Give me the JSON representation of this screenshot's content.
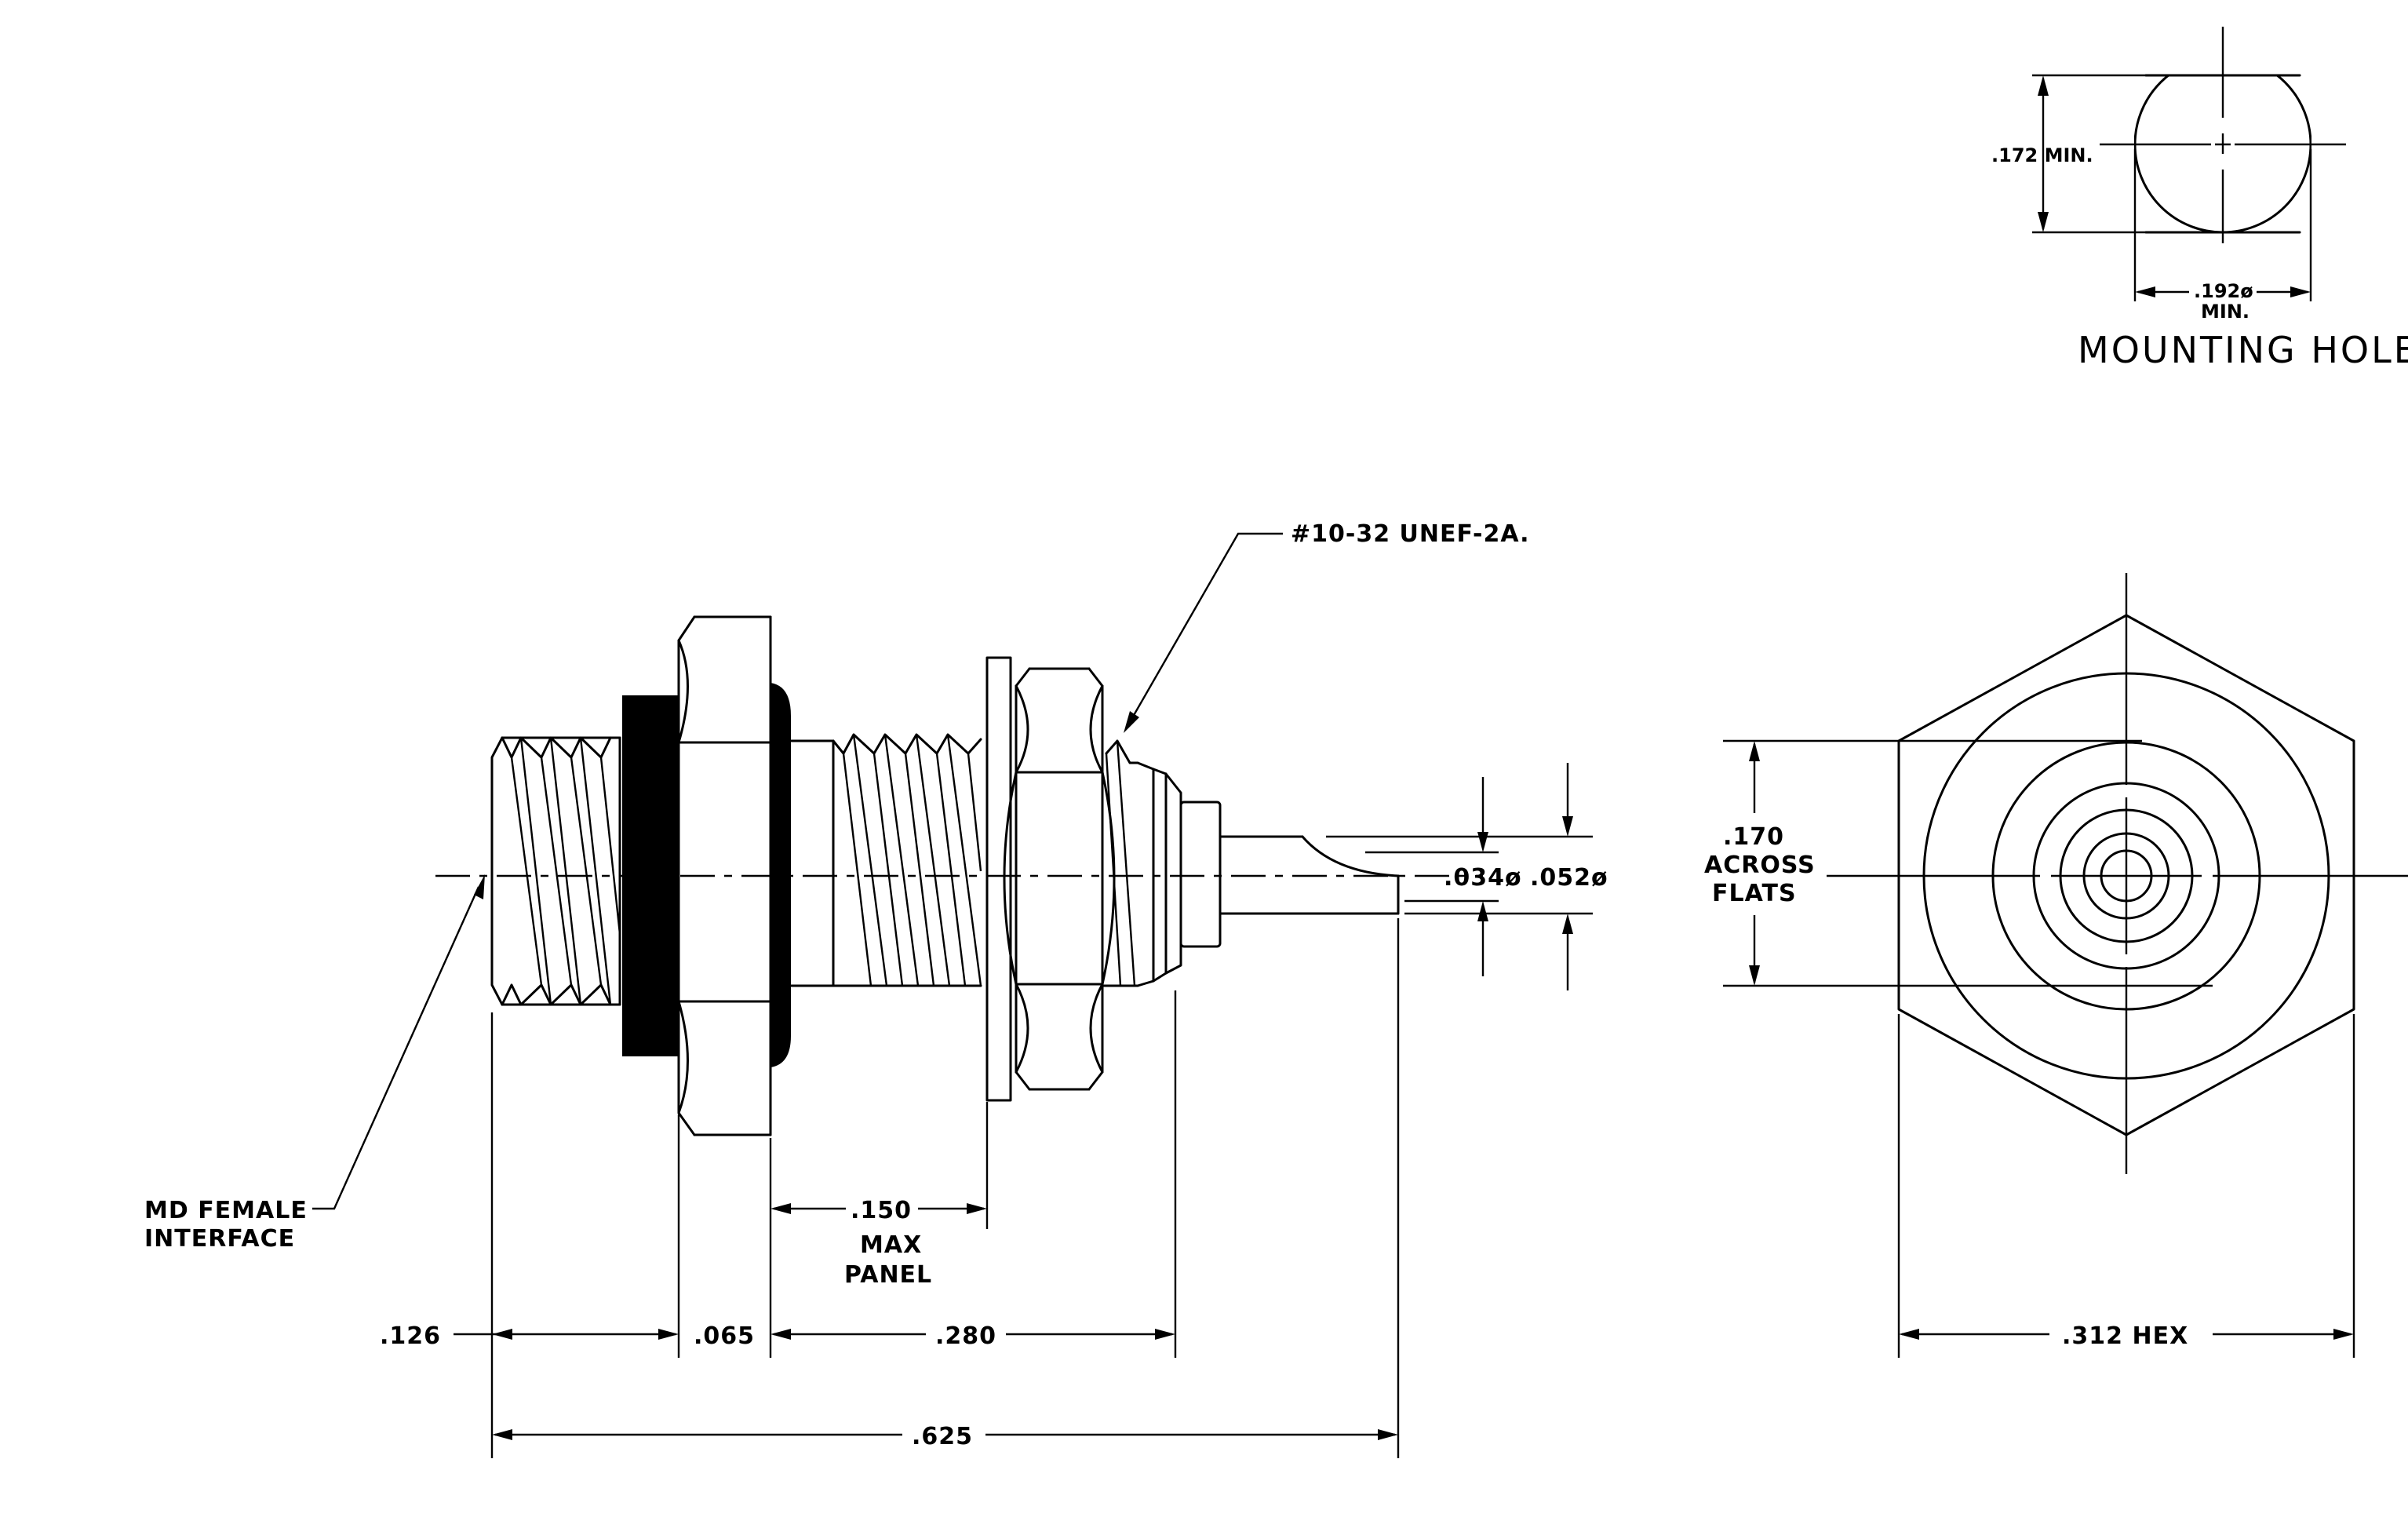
{
  "mounting_hole": {
    "title": "MOUNTING HOLE",
    "flat_dim": ".172 MIN.",
    "dia_dim_value": ".192ø",
    "dia_dim_qual": "MIN."
  },
  "side_view": {
    "thread_callout": "#10-32 UNEF-2A.",
    "interface_line1": "MD FEMALE",
    "interface_line2": "INTERFACE",
    "pin_dia": ".034ø",
    "body_dia": ".052ø",
    "panel_value": ".150",
    "panel_line1": "MAX",
    "panel_line2": "PANEL",
    "dim_a": ".126",
    "dim_b": ".065",
    "dim_c": ".280",
    "dim_overall": ".625"
  },
  "end_view": {
    "flats_line1": ".170",
    "flats_line2": "ACROSS",
    "flats_line3": "FLATS",
    "hex_dim": ".312 HEX"
  }
}
